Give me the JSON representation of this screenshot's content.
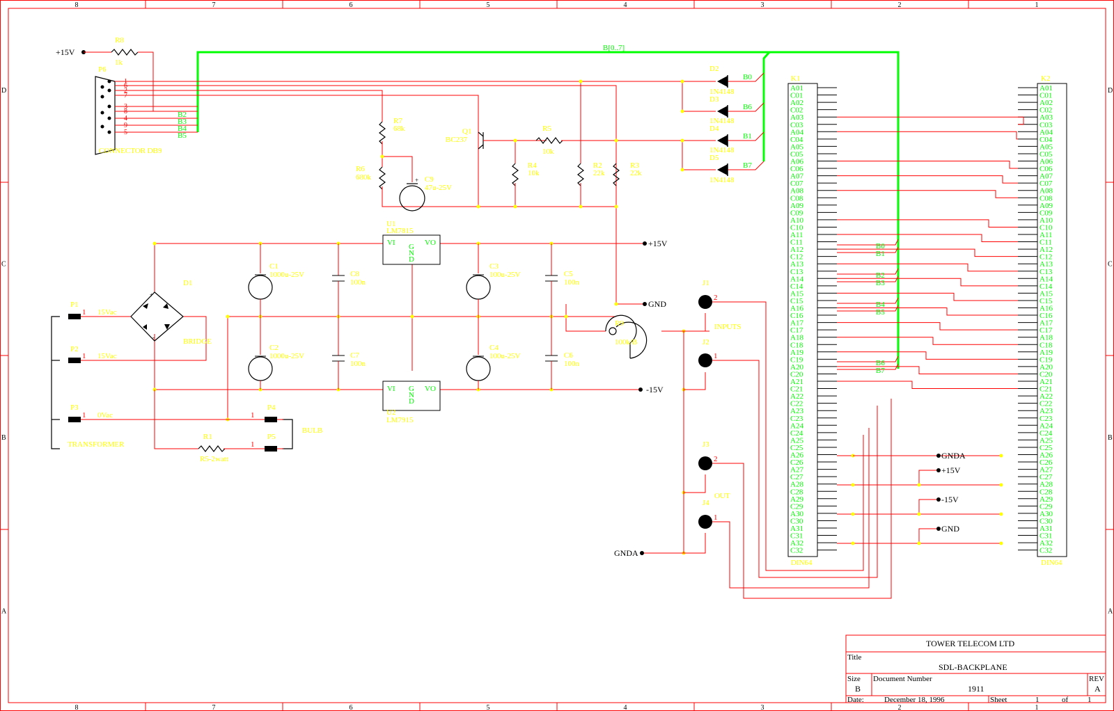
{
  "frame": {
    "col_numbers": [
      "8",
      "7",
      "6",
      "5",
      "4",
      "3",
      "2",
      "1"
    ],
    "row_letters": [
      "D",
      "C",
      "B",
      "A"
    ]
  },
  "title_block": {
    "company": "TOWER TELECOM LTD",
    "title_label": "Title",
    "title": "SDL-BACKPLANE",
    "size_label": "Size",
    "size": "B",
    "docnum_label": "Document Number",
    "docnum": "1911",
    "rev_label": "REV",
    "rev": "A",
    "date_label": "Date:",
    "date": "December 18, 1996",
    "sheet_label": "Sheet",
    "sheet": "1",
    "of_label": "of",
    "sheets": "1"
  },
  "bus": {
    "label": "B[0..7]"
  },
  "power_labels": {
    "p15_top": "+15V",
    "p15": "+15V",
    "m15": "-15V",
    "gnd": "GND",
    "gnda": "GNDA",
    "r_gnda": "GNDA",
    "r_p15": "+15V",
    "r_m15": "-15V",
    "r_gnd": "GND"
  },
  "connector_p6": {
    "ref": "P6",
    "name": "CONNECTOR DB9",
    "pins": [
      "1",
      "6",
      "2",
      "7",
      "3",
      "8",
      "4",
      "9",
      "5"
    ],
    "bits": [
      "B2",
      "B3",
      "B4",
      "B5"
    ]
  },
  "parts": {
    "r8": {
      "ref": "R8",
      "val": "1k"
    },
    "r7": {
      "ref": "R7",
      "val": "68k"
    },
    "r6": {
      "ref": "R6",
      "val": "680k"
    },
    "c9": {
      "ref": "C9",
      "val": "47u-25V"
    },
    "q1": {
      "ref": "Q1",
      "val": "BC237"
    },
    "r5": {
      "ref": "R5",
      "val": "10k"
    },
    "r4": {
      "ref": "R4",
      "val": "10k"
    },
    "r2": {
      "ref": "R2",
      "val": "22k"
    },
    "r3": {
      "ref": "R3",
      "val": "22k"
    },
    "u1": {
      "ref": "U1",
      "val": "LM7815",
      "vi": "VI",
      "vo": "VO",
      "gnd": [
        "G",
        "N",
        "D"
      ]
    },
    "u2": {
      "ref": "U2",
      "val": "LM7915",
      "vi": "VI",
      "vo": "VO",
      "gnd": [
        "G",
        "N",
        "D"
      ]
    },
    "c1": {
      "ref": "C1",
      "val": "1000u-25V"
    },
    "c2": {
      "ref": "C2",
      "val": "1000u-25V"
    },
    "c3": {
      "ref": "C3",
      "val": "100u-25V"
    },
    "c4": {
      "ref": "C4",
      "val": "100u-25V"
    },
    "c5": {
      "ref": "C5",
      "val": "100n"
    },
    "c6": {
      "ref": "C6",
      "val": "100n"
    },
    "c7": {
      "ref": "C7",
      "val": "100n"
    },
    "c8": {
      "ref": "C8",
      "val": "100n"
    },
    "d1": {
      "ref": "D1",
      "name": "BRIDGE"
    },
    "r1": {
      "ref": "R1",
      "val": "R5-2watt"
    },
    "r9": {
      "ref": "R9",
      "val": "100k/B"
    },
    "d2": {
      "ref": "D2",
      "val": "1N4148",
      "bit": "B0"
    },
    "d3": {
      "ref": "D3",
      "val": "1N4148",
      "bit": "B6"
    },
    "d4": {
      "ref": "D4",
      "val": "1N4148",
      "bit": "B1"
    },
    "d5": {
      "ref": "D5",
      "val": "1N4148",
      "bit": "B7"
    }
  },
  "connectors_left": {
    "p1": {
      "ref": "P1",
      "pin": "1",
      "label": "15Vac"
    },
    "p2": {
      "ref": "P2",
      "pin": "1",
      "label": "15Vac"
    },
    "p3": {
      "ref": "P3",
      "pin": "1",
      "label": "0Vac"
    },
    "p4": {
      "ref": "P4",
      "pin": "1"
    },
    "p5": {
      "ref": "P5",
      "pin": "1"
    },
    "transformer": "TRANSFORMER",
    "bulb": "BULB"
  },
  "jacks": {
    "j1": {
      "ref": "J1",
      "pin": "2"
    },
    "j2": {
      "ref": "J2",
      "pin": "1"
    },
    "j3": {
      "ref": "J3",
      "pin": "2"
    },
    "j4": {
      "ref": "J4",
      "pin": "1"
    },
    "inputs": "INPUTS",
    "out": "OUT"
  },
  "k1": {
    "ref": "K1",
    "name": "DIN64",
    "pins": [
      "A01",
      "C01",
      "A02",
      "C02",
      "A03",
      "C03",
      "A04",
      "C04",
      "A05",
      "C05",
      "A06",
      "C06",
      "A07",
      "C07",
      "A08",
      "C08",
      "A09",
      "C09",
      "A10",
      "C10",
      "A11",
      "C11",
      "A12",
      "C12",
      "A13",
      "C13",
      "A14",
      "C14",
      "A15",
      "C15",
      "A16",
      "C16",
      "A17",
      "C17",
      "A18",
      "C18",
      "A19",
      "C19",
      "A20",
      "C20",
      "A21",
      "C21",
      "A22",
      "C22",
      "A23",
      "C23",
      "A24",
      "C24",
      "A25",
      "C25",
      "A26",
      "C26",
      "A27",
      "C27",
      "A28",
      "C28",
      "A29",
      "C29",
      "A30",
      "C30",
      "A31",
      "C31",
      "A32",
      "C32"
    ],
    "bits": [
      "B0",
      "B1",
      "B2",
      "B3",
      "B4",
      "B5",
      "B6",
      "B7"
    ]
  },
  "k2": {
    "ref": "K2",
    "name": "DIN64",
    "pins": [
      "A01",
      "C01",
      "A02",
      "C02",
      "A03",
      "C03",
      "A04",
      "C04",
      "A05",
      "C05",
      "A06",
      "C06",
      "A07",
      "C07",
      "A08",
      "C08",
      "A09",
      "C09",
      "A10",
      "C10",
      "A11",
      "C11",
      "A12",
      "C12",
      "A13",
      "C13",
      "A14",
      "C14",
      "A15",
      "C15",
      "A16",
      "C16",
      "A17",
      "C17",
      "A18",
      "C18",
      "A19",
      "C19",
      "A20",
      "C20",
      "A21",
      "C21",
      "A22",
      "C22",
      "A23",
      "C23",
      "A24",
      "C24",
      "A25",
      "C25",
      "A26",
      "C26",
      "A27",
      "C27",
      "A28",
      "C28",
      "A29",
      "C29",
      "A30",
      "C30",
      "A31",
      "C31",
      "A32",
      "C32"
    ]
  }
}
